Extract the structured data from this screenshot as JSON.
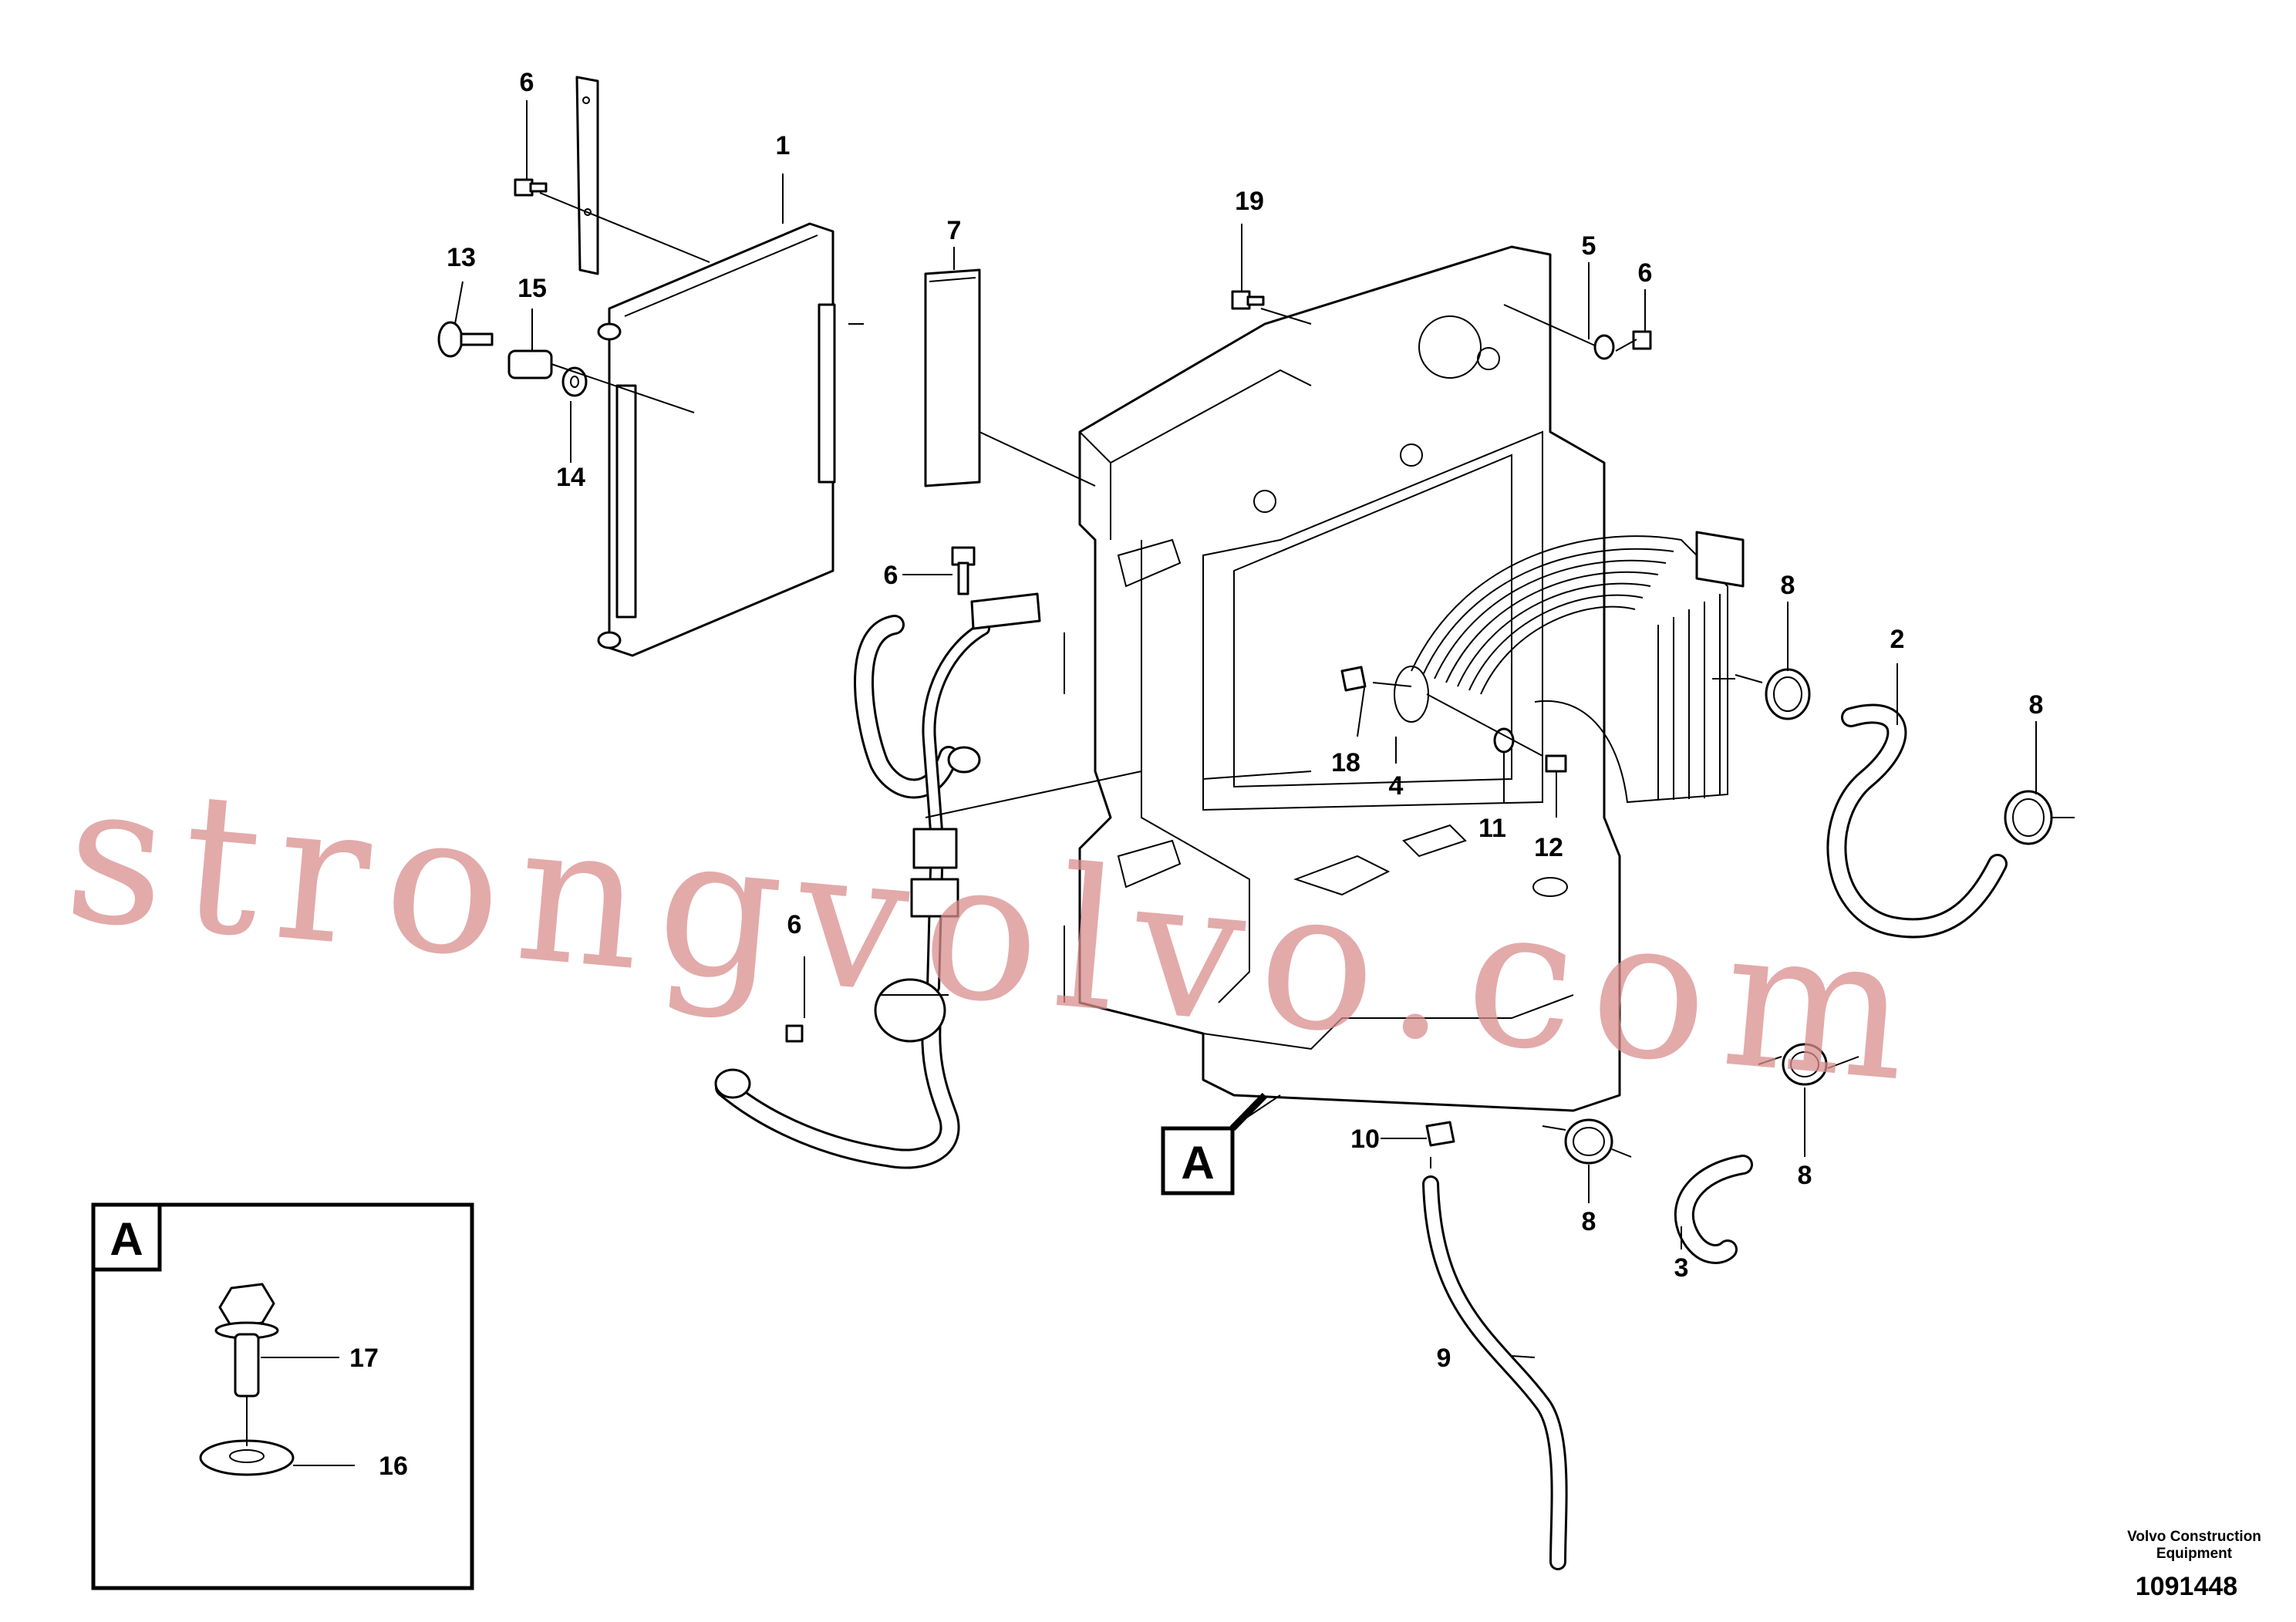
{
  "diagram": {
    "callouts": {
      "c1": "1",
      "c2": "2",
      "c3": "3",
      "c4": "4",
      "c5": "5",
      "c6a": "6",
      "c6b": "6",
      "c6c": "6",
      "c6d": "6",
      "c7": "7",
      "c8a": "8",
      "c8b": "8",
      "c8c": "8",
      "c8d": "8",
      "c9": "9",
      "c10": "10",
      "c11": "11",
      "c12": "12",
      "c13": "13",
      "c14": "14",
      "c15": "15",
      "c18": "18",
      "c19": "19",
      "c16": "16",
      "c17": "17"
    },
    "view_marker": "A",
    "detail_view": {
      "label": "A"
    },
    "watermark": "strongvolvo.com",
    "credit_line1": "Volvo Construction",
    "credit_line2": "Equipment",
    "document_number": "1091448"
  }
}
